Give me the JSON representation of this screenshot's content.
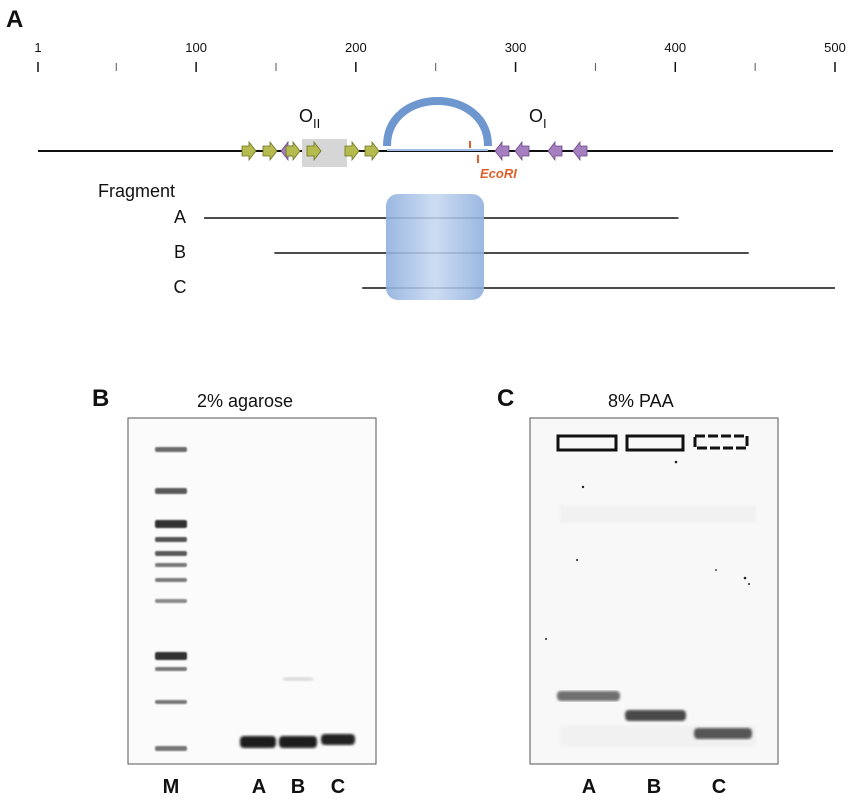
{
  "panel_a": {
    "letter": "A",
    "ruler": {
      "min": 1,
      "max": 500,
      "labels": [
        {
          "value": 1,
          "text": "1"
        },
        {
          "value": 100,
          "text": "100"
        },
        {
          "value": 200,
          "text": "200"
        },
        {
          "value": 300,
          "text": "300"
        },
        {
          "value": 400,
          "text": "400"
        },
        {
          "value": 500,
          "text": "500"
        }
      ],
      "minor_ticks": [
        50,
        150,
        250,
        350,
        450
      ]
    },
    "operator_ii": {
      "base": "O",
      "sub": "II"
    },
    "operator_i": {
      "base": "O",
      "sub": "I"
    },
    "restriction_site": {
      "name": "EcoRI",
      "position": 275
    },
    "fragment_heading": "Fragment",
    "fragments": [
      {
        "name": "A",
        "start": 105,
        "end": 402
      },
      {
        "name": "B",
        "start": 149,
        "end": 446
      },
      {
        "name": "C",
        "start": 204,
        "end": 500
      }
    ],
    "colors": {
      "forward_arrow": "#b5bb4e",
      "reverse_arrow": "#a67fc0",
      "loop": "#6e97cf",
      "site": "#e0602c"
    }
  },
  "panel_b": {
    "letter": "B",
    "title": "2% agarose",
    "lanes": [
      "M",
      "A",
      "B",
      "C"
    ]
  },
  "panel_c": {
    "letter": "C",
    "title": "8% PAA",
    "lanes": [
      "A",
      "B",
      "C"
    ]
  }
}
